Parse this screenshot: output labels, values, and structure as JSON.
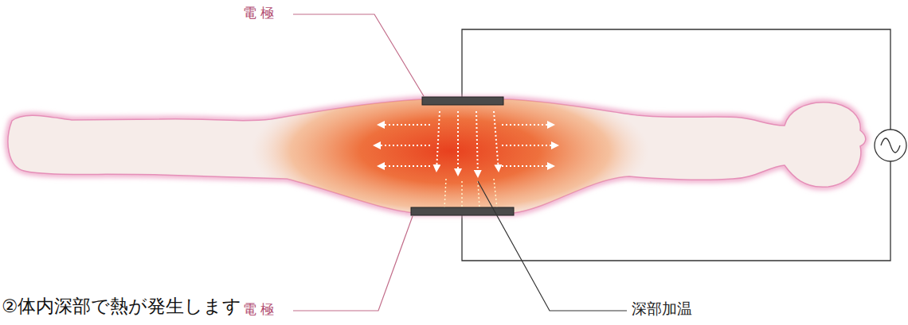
{
  "diagram": {
    "labels": [
      "電 極",
      "電 極",
      "深部加温",
      "②体内深部で熱が発生します"
    ]
  }
}
